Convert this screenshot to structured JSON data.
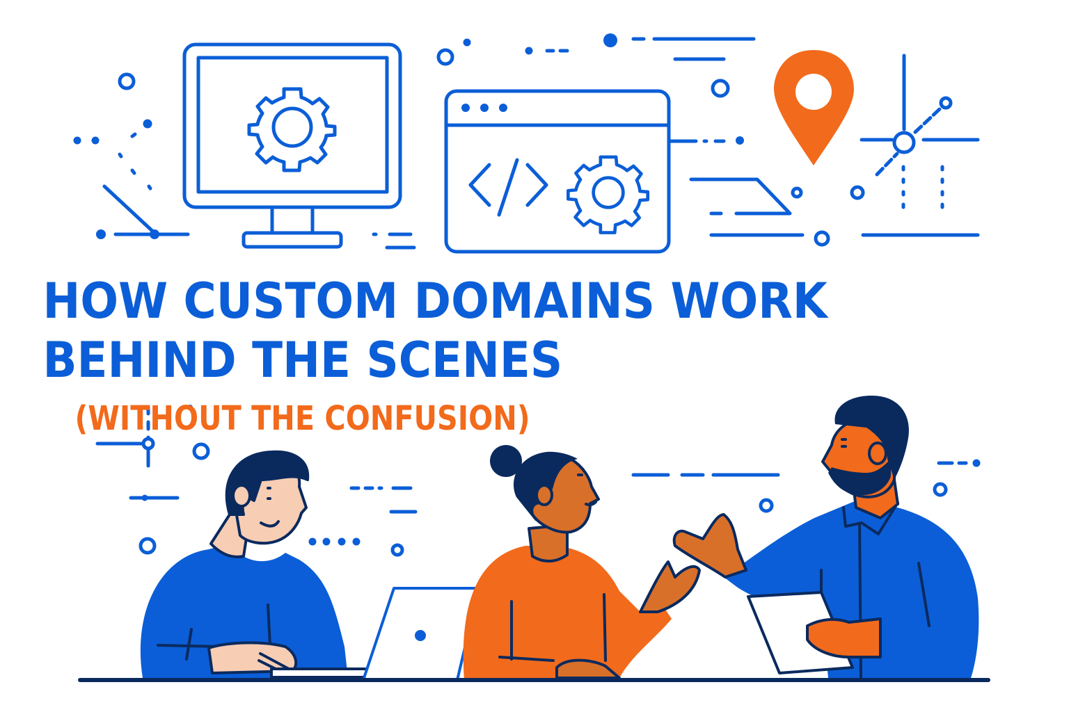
{
  "header": {
    "title_line_1": "HOW CUSTOM DOMAINS WORK",
    "title_line_2": "BEHIND THE SCENES",
    "subtitle": "(WITHOUT THE CONFUSION)"
  },
  "colors": {
    "primary_blue": "#0b5ed7",
    "accent_orange": "#f26a1b",
    "navy_outline": "#0a2a5e",
    "skin_light": "#f7cdb4",
    "skin_tan": "#d9702a",
    "background": "#ffffff"
  },
  "icons": [
    {
      "name": "monitor-gear-icon"
    },
    {
      "name": "browser-code-gear-icon"
    },
    {
      "name": "location-pin-icon"
    },
    {
      "name": "network-node-icon"
    }
  ],
  "people": [
    {
      "name": "man-with-laptop",
      "shirt": "blue"
    },
    {
      "name": "woman-gesturing",
      "shirt": "orange"
    },
    {
      "name": "bearded-man-with-tablet",
      "shirt": "blue"
    }
  ]
}
